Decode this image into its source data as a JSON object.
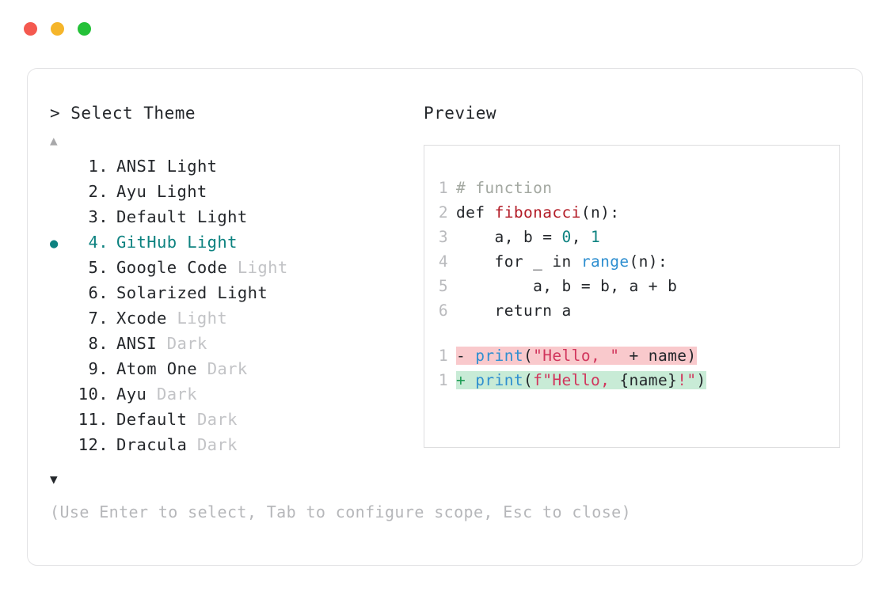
{
  "window": {
    "traffic_lights": [
      {
        "name": "close",
        "color": "#f4594f"
      },
      {
        "name": "minimize",
        "color": "#f5b52a"
      },
      {
        "name": "maximize",
        "color": "#24c138"
      }
    ]
  },
  "left": {
    "prompt": "> Select Theme",
    "scroll_up_glyph": "▲",
    "scroll_down_glyph": "▼",
    "selected_index": 4,
    "bullet_glyph": "●",
    "items": [
      {
        "num": "1.",
        "name": "ANSI",
        "variant": "Light",
        "variant_dim": false,
        "selected": false
      },
      {
        "num": "2.",
        "name": "Ayu",
        "variant": "Light",
        "variant_dim": false,
        "selected": false
      },
      {
        "num": "3.",
        "name": "Default",
        "variant": "Light",
        "variant_dim": false,
        "selected": false
      },
      {
        "num": "4.",
        "name": "GitHub",
        "variant": "Light",
        "variant_dim": false,
        "selected": true
      },
      {
        "num": "5.",
        "name": "Google Code",
        "variant": "Light",
        "variant_dim": true,
        "selected": false
      },
      {
        "num": "6.",
        "name": "Solarized",
        "variant": "Light",
        "variant_dim": false,
        "selected": false
      },
      {
        "num": "7.",
        "name": "Xcode",
        "variant": "Light",
        "variant_dim": true,
        "selected": false
      },
      {
        "num": "8.",
        "name": "ANSI",
        "variant": "Dark",
        "variant_dim": true,
        "selected": false
      },
      {
        "num": "9.",
        "name": "Atom One",
        "variant": "Dark",
        "variant_dim": true,
        "selected": false
      },
      {
        "num": "10.",
        "name": "Ayu",
        "variant": "Dark",
        "variant_dim": true,
        "selected": false
      },
      {
        "num": "11.",
        "name": "Default",
        "variant": "Dark",
        "variant_dim": true,
        "selected": false
      },
      {
        "num": "12.",
        "name": "Dracula",
        "variant": "Dark",
        "variant_dim": true,
        "selected": false
      }
    ],
    "hint": "(Use Enter to select, Tab to configure scope, Esc to close)"
  },
  "right": {
    "title": "Preview",
    "code_lines": [
      {
        "ln": "1",
        "tokens": [
          {
            "t": "# function",
            "c": "comment"
          }
        ]
      },
      {
        "ln": "2",
        "tokens": [
          {
            "t": "def ",
            "c": "kw"
          },
          {
            "t": "fibonacci",
            "c": "fn"
          },
          {
            "t": "(n):",
            "c": "plain"
          }
        ]
      },
      {
        "ln": "3",
        "tokens": [
          {
            "t": "    a, b = ",
            "c": "plain"
          },
          {
            "t": "0",
            "c": "num"
          },
          {
            "t": ", ",
            "c": "plain"
          },
          {
            "t": "1",
            "c": "num"
          }
        ]
      },
      {
        "ln": "4",
        "tokens": [
          {
            "t": "    for _ in ",
            "c": "plain"
          },
          {
            "t": "range",
            "c": "builtin"
          },
          {
            "t": "(n):",
            "c": "plain"
          }
        ]
      },
      {
        "ln": "5",
        "tokens": [
          {
            "t": "        a, b = b, a + b",
            "c": "plain"
          }
        ]
      },
      {
        "ln": "6",
        "tokens": [
          {
            "t": "    return a",
            "c": "plain"
          }
        ]
      }
    ],
    "diff_lines": [
      {
        "ln": "1",
        "kind": "del",
        "sign": "-",
        "tokens": [
          {
            "t": "print",
            "c": "builtin"
          },
          {
            "t": "(",
            "c": "plain"
          },
          {
            "t": "\"Hello, \"",
            "c": "str"
          },
          {
            "t": " + name)",
            "c": "plain"
          }
        ]
      },
      {
        "ln": "1",
        "kind": "add",
        "sign": "+",
        "tokens": [
          {
            "t": "print",
            "c": "builtin"
          },
          {
            "t": "(",
            "c": "plain"
          },
          {
            "t": "f\"Hello, ",
            "c": "str"
          },
          {
            "t": "{name}",
            "c": "plain"
          },
          {
            "t": "!\"",
            "c": "str"
          },
          {
            "t": ")",
            "c": "plain"
          }
        ]
      }
    ]
  },
  "colors": {
    "accent_teal": "#0d8280",
    "diff_del_bg": "#f9c9cc",
    "diff_add_bg": "#c8ebd6",
    "dim_text": "#c2c3c6",
    "text": "#24272b"
  }
}
